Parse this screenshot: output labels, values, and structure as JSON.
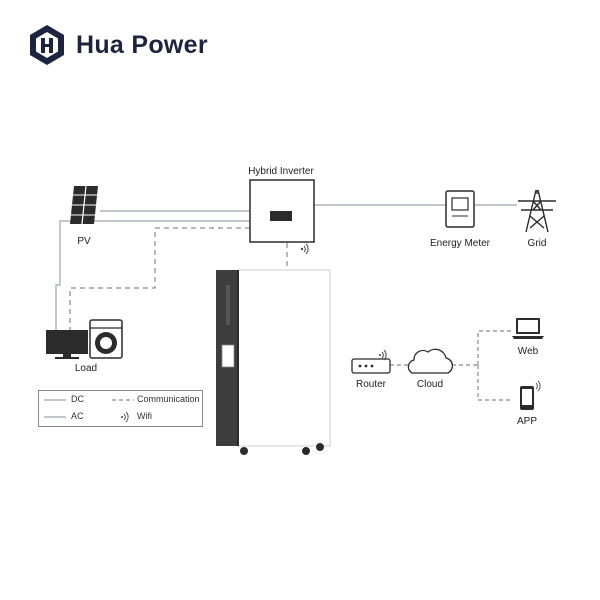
{
  "brand": {
    "name": "Hua Power",
    "logo_icon": "hua-power-hexagon-logo-icon",
    "color": "#1d2440"
  },
  "nodes": {
    "pv": "PV",
    "hybrid_inverter": "Hybrid Inverter",
    "energy_meter": "Energy Meter",
    "grid": "Grid",
    "load": "Load",
    "router": "Router",
    "cloud": "Cloud",
    "web": "Web",
    "app": "APP"
  },
  "legend": {
    "dc": "DC",
    "ac": "AC",
    "communication": "Communication",
    "wifi": "Wifi"
  },
  "colors": {
    "dc_line": "#9aa3ad",
    "ac_line": "#9aa3ad",
    "communication_line": "#8a8a8a",
    "icon_dark": "#2b2b2b",
    "battery_body": "#ffffff",
    "battery_side": "#3d3d3d"
  }
}
